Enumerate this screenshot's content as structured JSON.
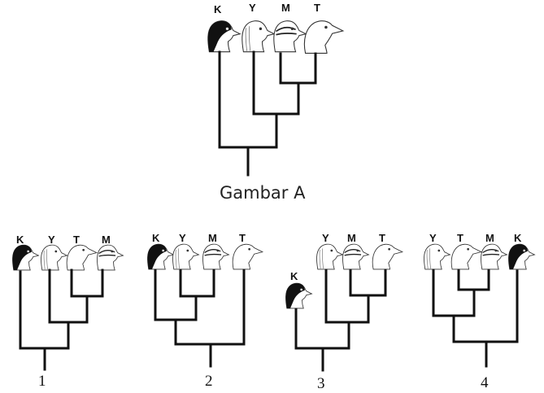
{
  "species": {
    "K": {
      "label": "K",
      "icon": "black-capped-bird-head-icon"
    },
    "Y": {
      "label": "Y",
      "icon": "plain-bird-head-icon"
    },
    "M": {
      "label": "M",
      "icon": "striped-bird-head-icon"
    },
    "T": {
      "label": "T",
      "icon": "crested-bird-head-icon"
    }
  },
  "figure_a": {
    "caption": "Gambar A",
    "order": [
      "K",
      "Y",
      "M",
      "T"
    ],
    "tree": [
      "K",
      [
        "Y",
        [
          "M",
          "T"
        ]
      ]
    ]
  },
  "options": [
    {
      "number": "1",
      "order": [
        "K",
        "Y",
        "T",
        "M"
      ],
      "tree": [
        "K",
        [
          "Y",
          [
            "T",
            "M"
          ]
        ]
      ]
    },
    {
      "number": "2",
      "order": [
        "K",
        "Y",
        "M",
        "T"
      ],
      "tree": [
        [
          [
            "K",
            [
              "Y",
              "M"
            ]
          ]
        ],
        "T"
      ]
    },
    {
      "number": "3",
      "order": [
        "K",
        "Y",
        "M",
        "T"
      ],
      "tree": [
        "K",
        [
          "Y",
          [
            "M",
            "T"
          ]
        ]
      ]
    },
    {
      "number": "4",
      "order": [
        "Y",
        "T",
        "M",
        "K"
      ],
      "tree": [
        [
          "Y",
          [
            "T",
            "M"
          ]
        ],
        "K"
      ]
    }
  ]
}
